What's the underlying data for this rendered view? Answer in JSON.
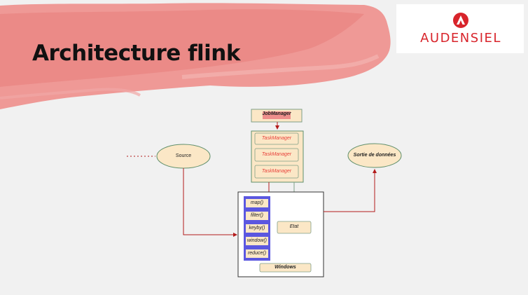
{
  "slide": {
    "title": "Architecture flink",
    "logo_text": "AUDENSIEL",
    "accent_color": "#d8242b",
    "brush_color": "#ee8f8c"
  },
  "diagram": {
    "job_manager": "JobManager",
    "task_managers": [
      "TaskManager",
      "TaskManager",
      "TaskManager"
    ],
    "source": "Source",
    "output": "Sortie de données",
    "operators": [
      "map()",
      "filter()",
      "keyby()",
      "window()",
      "reduce()"
    ],
    "state": "Etat",
    "windows": "Windows",
    "colors": {
      "node_fill": "#fbe7c6",
      "node_stroke": "#5f8f6b",
      "op_panel": "#5b57e0",
      "arrow": "#b31b1b",
      "task_label": "#e8403a"
    }
  }
}
